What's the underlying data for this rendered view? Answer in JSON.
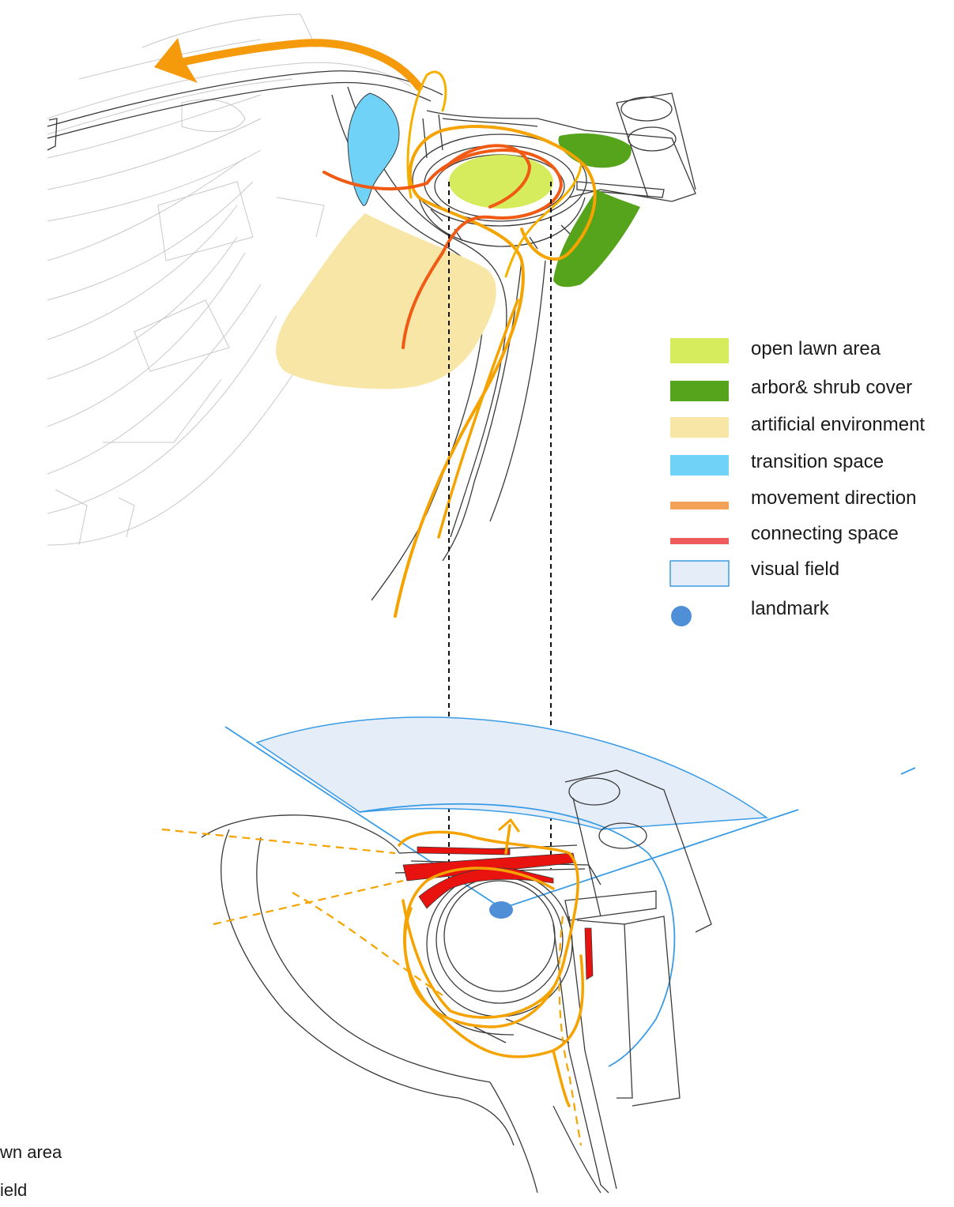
{
  "legend": {
    "items": [
      {
        "label": "open lawn area",
        "color": "#d7ec5c",
        "kind": "fill"
      },
      {
        "label": "arbor& shrub cover",
        "color": "#56a41c",
        "kind": "fill"
      },
      {
        "label": "artificial environment",
        "color": "#f8e6a6",
        "kind": "fill"
      },
      {
        "label": "transition space",
        "color": "#6fd2f6",
        "kind": "fill"
      },
      {
        "label": "movement direction",
        "color": "#f4a15a",
        "kind": "line"
      },
      {
        "label": "connecting space",
        "color": "#ef5a5a",
        "kind": "line"
      },
      {
        "label": "visual field",
        "color": "#e4edf8",
        "kind": "outlined-fill"
      },
      {
        "label": "landmark",
        "color": "#4f8fd8",
        "kind": "dot"
      }
    ]
  },
  "cut_labels": {
    "lawn": "wn area",
    "field": "ield"
  },
  "colors": {
    "movement_orange": "#f5a300",
    "movement_dark_orange": "#f08c00",
    "connecting_red": "#e8120f",
    "red_orange_path": "#f05a14",
    "visual_field_line": "#3a9ce6",
    "base_lines": "#3a3a3a"
  }
}
